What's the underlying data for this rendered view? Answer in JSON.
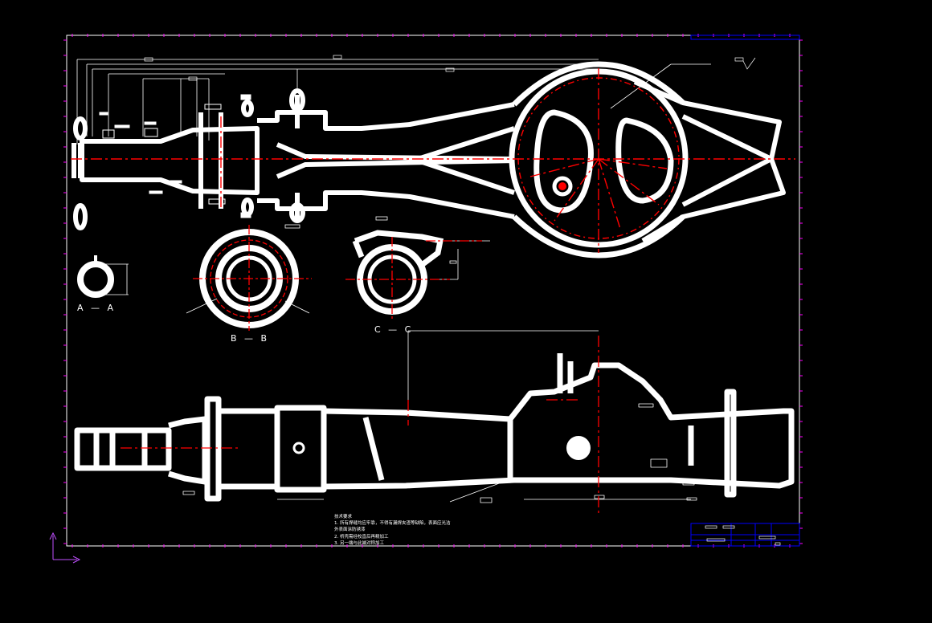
{
  "section_labels": {
    "a": "A — A",
    "b": "B — B",
    "c": "C — C"
  },
  "tech_notes": {
    "heading": "技术要求",
    "lines": [
      "1.    所有焊缝均应牢靠，不得有漏焊夹渣等缺陷，表面应光洁",
      "       外表面涂防锈漆",
      "2.    桥壳需经校直后再精加工",
      "3.    另一端与此端对称加工"
    ]
  },
  "colors": {
    "background": "#000000",
    "outline": "#ffffff",
    "centerline": "#ff0000",
    "border_ticks": "#ff00ff",
    "title_block": "#0000ff"
  }
}
